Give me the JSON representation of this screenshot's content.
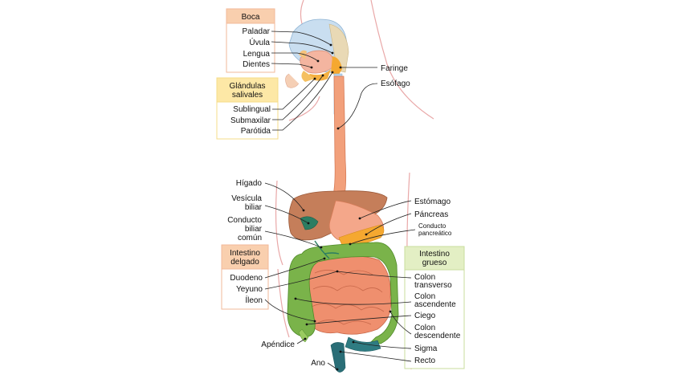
{
  "colors": {
    "boca_header": "#f9cfae",
    "salivales_header": "#fde8a6",
    "delgado_header": "#f9cfae",
    "grueso_header": "#e3efc4",
    "esophagus": "#f2a07b",
    "liver": "#c57e5a",
    "small_intestine": "#ef8f6e",
    "large_intestine": "#7ab34a",
    "rectum": "#2a6e77",
    "mouth": "#c9def0"
  },
  "groups": {
    "boca": {
      "title": "Boca",
      "items": [
        "Paladar",
        "Úvula",
        "Lengua",
        "Dientes"
      ]
    },
    "salivales": {
      "title_line1": "Glándulas",
      "title_line2": "salivales",
      "items": [
        "Sublingual",
        "Submaxilar",
        "Parótida"
      ]
    },
    "delgado": {
      "title_line1": "Intestino",
      "title_line2": "delgado",
      "items": [
        "Duodeno",
        "Yeyuno",
        "Íleon"
      ]
    },
    "grueso": {
      "title_line1": "Intestino",
      "title_line2": "grueso",
      "colon_transverso_1": "Colon",
      "colon_transverso_2": "transverso",
      "colon_ascendente_1": "Colon",
      "colon_ascendente_2": "ascendente",
      "ciego": "Ciego",
      "colon_descendente_1": "Colon",
      "colon_descendente_2": "descendente",
      "sigma": "Sigma",
      "recto": "Recto"
    }
  },
  "labels": {
    "faringe": "Faringe",
    "esofago": "Esófago",
    "higado": "Hígado",
    "vesicula_1": "Vesícula",
    "vesicula_2": "biliar",
    "conducto_biliar_1": "Conducto",
    "conducto_biliar_2": "biliar",
    "conducto_biliar_3": "común",
    "estomago": "Estómago",
    "pancreas": "Páncreas",
    "conducto_pancreatico_1": "Conducto",
    "conducto_pancreatico_2": "pancreático",
    "apendice": "Apéndice",
    "ano": "Ano"
  }
}
